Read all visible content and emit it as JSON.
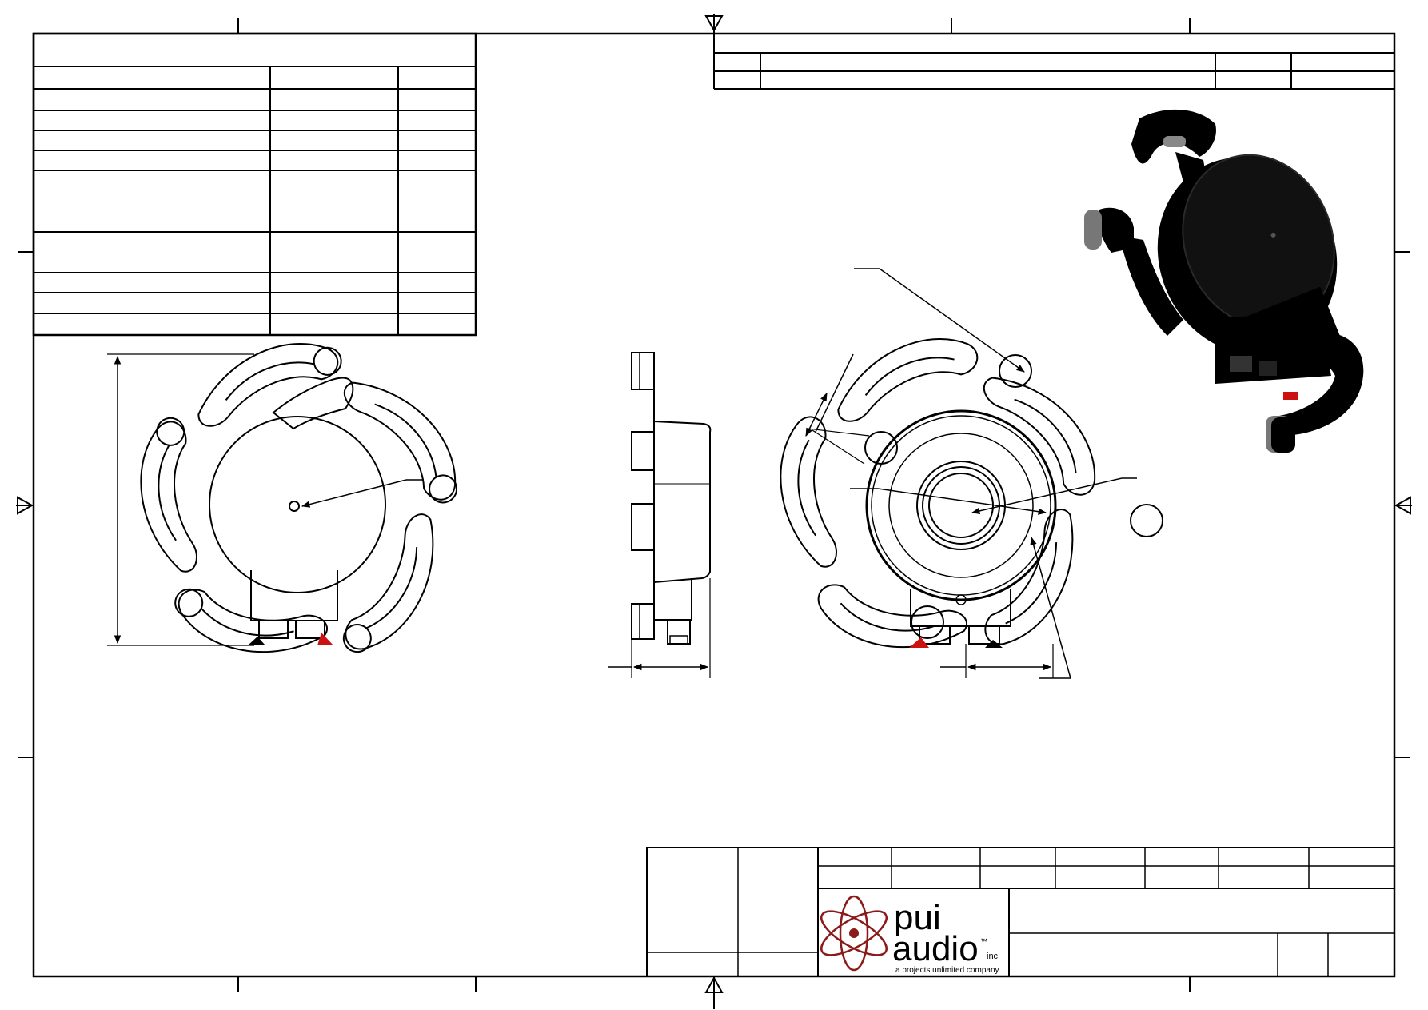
{
  "drawing": {
    "type": "speaker-outline-drawing",
    "accent_color": "#cc1111",
    "ink_color": "#000000"
  },
  "logo": {
    "line1": "pui",
    "line2": "audio",
    "tm": "™",
    "suffix": "inc",
    "tagline": "a projects unlimited company",
    "color": "#8b1a1a"
  }
}
